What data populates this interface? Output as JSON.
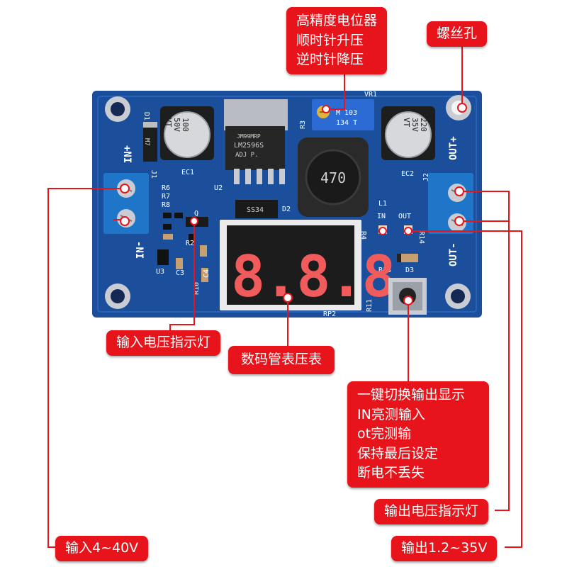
{
  "callouts": {
    "potentiometer": [
      "高精度电位器",
      "顺时针升压",
      "逆时针降压"
    ],
    "screw_hole": "螺丝孔",
    "input_led": "输入电压指示灯",
    "display": "数码管表压表",
    "button": [
      "一键切换输出显示",
      "IN亮测输入",
      "ot完测输",
      "保持最后设定",
      "断电不丢失"
    ],
    "output_led": "输出电压指示灯",
    "input_range": "输入4~40V",
    "output_range": "输出1.2~35V"
  },
  "board": {
    "pcb_color": "#1b4f9c",
    "callout_color": "#e8141b",
    "silkscreen": {
      "d1": "D1",
      "m7": "M7",
      "in_plus": "+NI",
      "in_minus": "-NI",
      "ec1": "EC1",
      "u2": "U2",
      "cap1_lines": [
        "100",
        "50V",
        "VT"
      ],
      "chip_lines": [
        "JM99MRP",
        "LM2596S",
        "ADJ    P."
      ],
      "r3": "R3",
      "vr1": "VR1",
      "pot_lines": [
        "M  103",
        "134  T"
      ],
      "inductor": "470",
      "l1": "L1",
      "cap2_lines": [
        "220",
        "35V",
        "VT"
      ],
      "ec2": "EC2",
      "j1": "J1",
      "j2": "J2",
      "out_plus": "OUT+",
      "out_minus": "OUT-",
      "r6": "R6",
      "r7": "R7",
      "r8": "R8",
      "q": "Q",
      "ss34": "SS34",
      "d2": "D2",
      "led_in": "IN",
      "led_out": "OUT",
      "r4": "R4",
      "r14": "R14",
      "u3": "U3",
      "c3": "C3",
      "c4": "C4",
      "r2": "R2",
      "r10": "R10",
      "r13": "R13",
      "d3": "D3",
      "r11": "R11",
      "rp2": "RP2"
    },
    "display_digits": "8.8.8."
  }
}
